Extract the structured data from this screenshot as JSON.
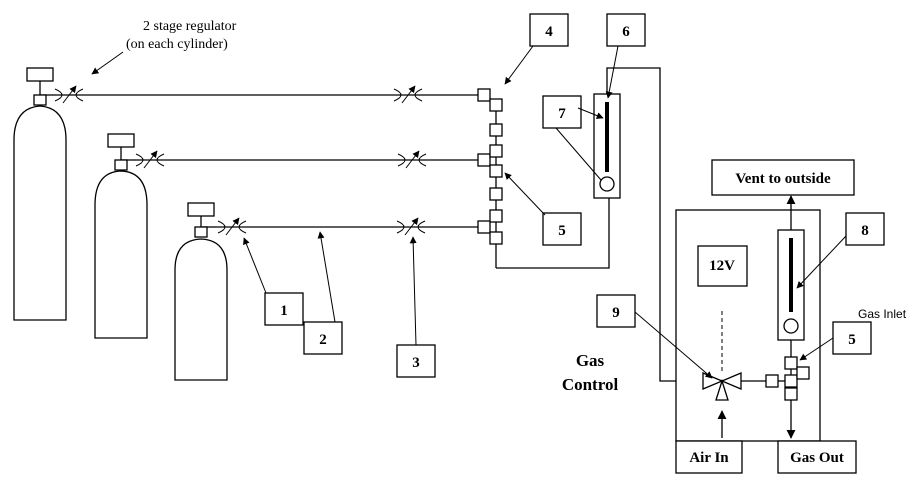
{
  "annotations": {
    "regulator_line1": "2 stage regulator",
    "regulator_line2": "(on each cylinder)",
    "gas_inlet": "Gas Inlet"
  },
  "callouts": [
    "1",
    "2",
    "3",
    "4",
    "5",
    "6",
    "7",
    "8",
    "9",
    "5"
  ],
  "boxes": {
    "vent": "Vent to outside",
    "voltage": "12V",
    "air_in": "Air In",
    "gas_out": "Gas Out"
  },
  "caption": {
    "line1": "Gas",
    "line2": "Control"
  }
}
